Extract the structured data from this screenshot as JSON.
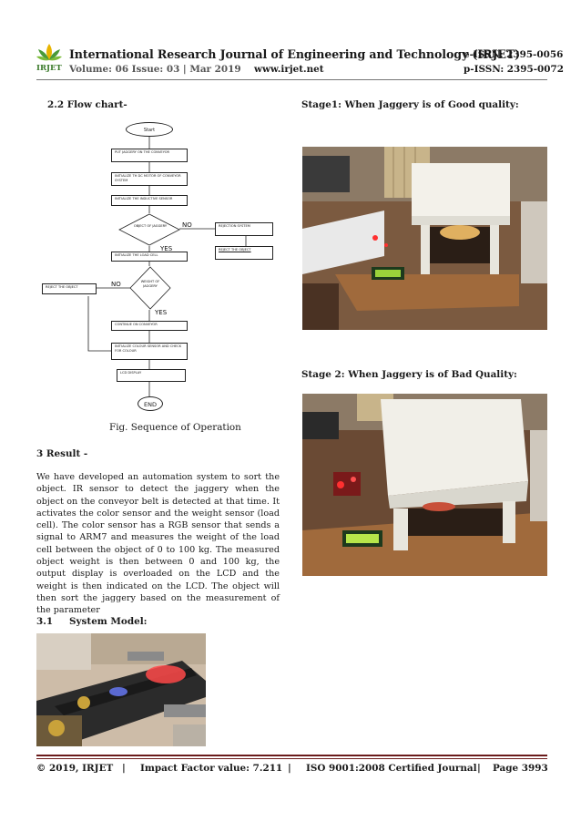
{
  "header": {
    "title": "International Research Journal of Engineering and Technology (IRJET)",
    "eissn": "e-ISSN: 2395-0056",
    "volume": "Volume: 06 Issue: 03 | Mar 2019",
    "website": "www.irjet.net",
    "pissn": "p-ISSN: 2395-0072",
    "logo_text": "IRJET"
  },
  "left": {
    "flow_heading": "2.2 Flow chart-",
    "fig_caption": "Fig. Sequence of Operation",
    "result_heading": "3 Result -",
    "result_text": "We have developed an automation system to sort the object. IR sensor to detect the jaggery when the object on the conveyor belt is detected at that time. It activates the color sensor and the weight sensor (load cell). The color sensor has a RGB sensor that sends a signal to ARM7 and measures the weight of the load cell between the object of 0 to 100 kg. The measured object weight is then between 0 and 100 kg, the output display is overloaded on the LCD and the weight is then indicated on the LCD. The object will then sort the jaggery based on the measurement of the parameter",
    "system_model_number": "3.1",
    "system_model_title": "System Model:"
  },
  "right": {
    "stage1_heading": "Stage1: When Jaggery is of Good quality:",
    "stage2_heading": "Stage 2: When Jaggery is of Bad Quality:"
  },
  "flowchart": {
    "start": "Start",
    "step1": "PUT JAGGERY ON THE CONVEYOR",
    "step2": "INITIALIZE TH DC MOTOR OF CONVEYOR SYSTEM",
    "step3": "INITIALIZE THE INDUCTIVE SENSOR",
    "decision1": "OBJECT OF JAGGERY",
    "no1": "NO",
    "yes1": "YES",
    "rejection_system": "REJECTION SYSTEM",
    "reject_object_right": "REJECT THE OBJECT",
    "step4": "INITIALIZE THE LOAD CELL",
    "decision2": "WEIGHT OF JAGGERY",
    "no2": "NO",
    "yes2": "YES",
    "reject_object_left": "REJECT THE OBJECT",
    "step5": "CONTINUE ON CONVEYOR",
    "step6": "INITIALIZE COLOUR SENSOR AND CHECK FOR COLOUR",
    "step7": "LCD DISPLAY",
    "end": "END"
  },
  "footer": {
    "copyright": "© 2019, IRJET",
    "sep": "|",
    "impact": "Impact Factor value: 7.211",
    "iso": "ISO 9001:2008 Certified Journal",
    "page": "Page 3993"
  },
  "colors": {
    "footer_rule": "#6b1b1b",
    "logo_green": "#4a9a3a",
    "logo_yellow": "#e8b400"
  }
}
